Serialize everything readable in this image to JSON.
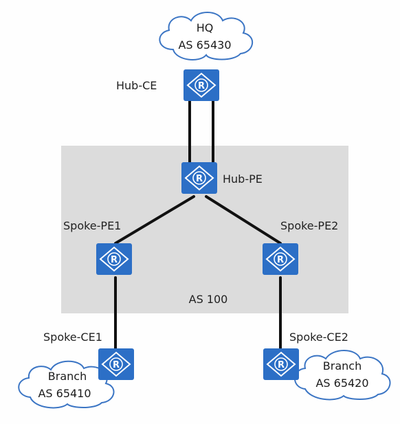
{
  "colors": {
    "router_fill": "#2c6fc6",
    "router_symbol": "#ffffff",
    "as_region": "#dcdcdc",
    "link": "#111111",
    "cloud_stroke": "#3b75c4"
  },
  "icons": {
    "router": "router-icon"
  },
  "clouds": {
    "hq": {
      "line1": "HQ",
      "line2": "AS 65430"
    },
    "branch1": {
      "line1": "Branch",
      "line2": "AS 65410"
    },
    "branch2": {
      "line1": "Branch",
      "line2": "AS 65420"
    }
  },
  "routers": {
    "hub_ce": "Hub-CE",
    "hub_pe": "Hub-PE",
    "spoke_pe1": "Spoke-PE1",
    "spoke_pe2": "Spoke-PE2",
    "spoke_ce1": "Spoke-CE1",
    "spoke_ce2": "Spoke-CE2"
  },
  "region": {
    "label": "AS 100"
  }
}
